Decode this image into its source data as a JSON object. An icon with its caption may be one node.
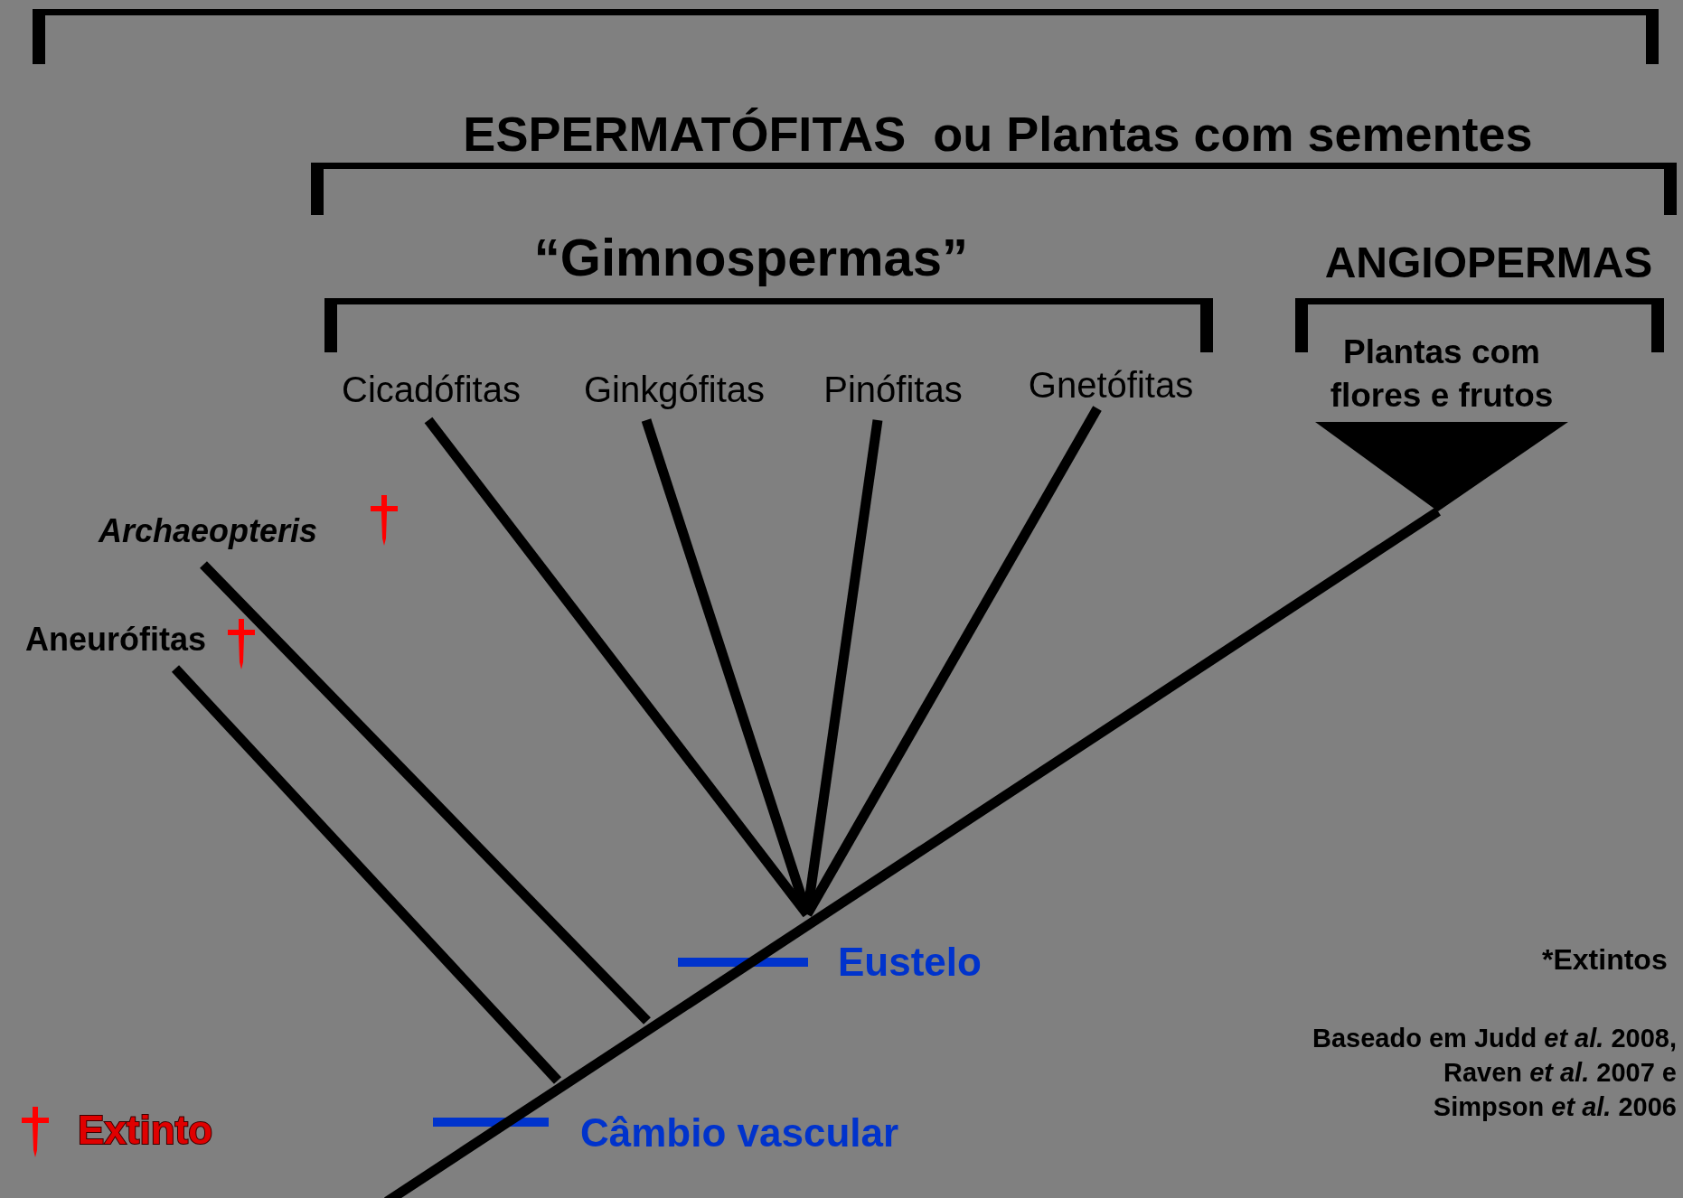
{
  "diagram": {
    "nodes": [
      {
        "text": [
          "Cicadófitas"
        ]
      },
      {
        "text": [
          "Ginkgófitas"
        ]
      },
      {
        "text": [
          "Pinófitas"
        ]
      },
      {
        "text": [
          "Gnetófitas"
        ]
      },
      {
        "text": [
          "Plantas com flores e frutos"
        ]
      },
      {
        "text": [
          "Archaeopteris"
        ]
      },
      {
        "text": [
          "Aneurófitas"
        ]
      }
    ],
    "edges": [
      {
        "from": null,
        "to": 0,
        "arrow": "none"
      },
      {
        "from": null,
        "to": 1,
        "arrow": "none"
      },
      {
        "from": null,
        "to": 2,
        "arrow": "none"
      },
      {
        "from": null,
        "to": 3,
        "arrow": "none"
      },
      {
        "from": null,
        "to": 4,
        "arrow": "none"
      },
      {
        "from": null,
        "to": 5,
        "arrow": "none"
      },
      {
        "from": null,
        "to": 6,
        "arrow": "none"
      }
    ],
    "labels": [
      "ESPERMATÓFITAS  ou Plantas com sementes",
      "“Gimnospermas”",
      "ANGIOPERMAS",
      "Eustelo",
      "Câmbio vascular",
      "*Extintos",
      "Baseado em Judd *et al.* 2008,",
      "Raven *et al.* 2007  e",
      "Simpson *et al.* 2006"
    ],
    "legend": [
      {
        "text": "Extinto"
      }
    ]
  }
}
